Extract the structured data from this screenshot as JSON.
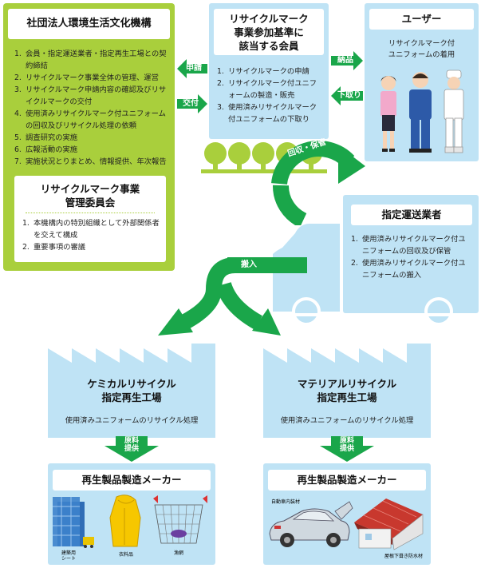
{
  "org": {
    "title": "社団法人環境生活文化機構",
    "items": [
      {
        "num": "1.",
        "text": "会員・指定運送業者・指定再生工場との契約締結"
      },
      {
        "num": "2.",
        "text": "リサイクルマーク事業全体の管理、運営"
      },
      {
        "num": "3.",
        "text": "リサイクルマーク申請内容の確認及びリサイクルマークの交付"
      },
      {
        "num": "4.",
        "text": "使用済みリサイクルマーク付ユニフォームの回収及びリサイクル処理の依頼"
      },
      {
        "num": "5.",
        "text": "調査研究の実施"
      },
      {
        "num": "6.",
        "text": "広報活動の実施"
      },
      {
        "num": "7.",
        "text": "実施状況とりまとめ、情報提供、年次報告"
      }
    ],
    "committee": {
      "title_line1": "リサイクルマーク事業",
      "title_line2": "管理委員会",
      "items": [
        {
          "num": "1.",
          "text": "本機構内の特別組織として外部関係者を交えて構成"
        },
        {
          "num": "2.",
          "text": "重要事項の審議"
        }
      ]
    }
  },
  "member": {
    "title_line1": "リサイクルマーク",
    "title_line2": "事業参加基準に",
    "title_line3": "該当する会員",
    "items": [
      {
        "num": "1.",
        "text": "リサイクルマークの申請"
      },
      {
        "num": "2.",
        "text": "リサイクルマーク付ユニフォームの製造・販売"
      },
      {
        "num": "3.",
        "text": "使用済みリサイクルマーク付ユニフォームの下取り"
      }
    ]
  },
  "user": {
    "title": "ユーザー",
    "desc_line1": "リサイクルマーク付",
    "desc_line2": "ユニフォームの着用"
  },
  "arrows": {
    "apply": "申請",
    "issue": "交付",
    "deliver": "納品",
    "tradein": "下取り",
    "collect": "回収・保管",
    "carry_in": "搬入",
    "supply_line1": "原料",
    "supply_line2": "提供"
  },
  "carrier": {
    "title": "指定運送業者",
    "items": [
      {
        "num": "1.",
        "text": "使用済みリサイクルマーク付ユニフォームの回収及び保管"
      },
      {
        "num": "2.",
        "text": "使用済みリサイクルマーク付ユニフォームの搬入"
      }
    ]
  },
  "chemical_factory": {
    "title_line1": "ケミカルリサイクル",
    "title_line2": "指定再生工場",
    "desc": "使用済みユニフォームのリサイクル処理"
  },
  "material_factory": {
    "title_line1": "マテリアルリサイクル",
    "title_line2": "指定再生工場",
    "desc": "使用済みユニフォームのリサイクル処理"
  },
  "maker_left": {
    "title": "再生製品製造メーカー",
    "labels": {
      "sheet_line1": "建築用",
      "sheet_line2": "シート",
      "clothing": "衣料品",
      "net": "漁網"
    }
  },
  "maker_right": {
    "title": "再生製品製造メーカー",
    "labels": {
      "car": "自動車内装材",
      "roof": "屋根下葺き防水材"
    }
  },
  "colors": {
    "green_box": "#a9cf3c",
    "blue_box": "#bfe3f5",
    "arrow_green": "#1aa64a",
    "white": "#ffffff"
  }
}
